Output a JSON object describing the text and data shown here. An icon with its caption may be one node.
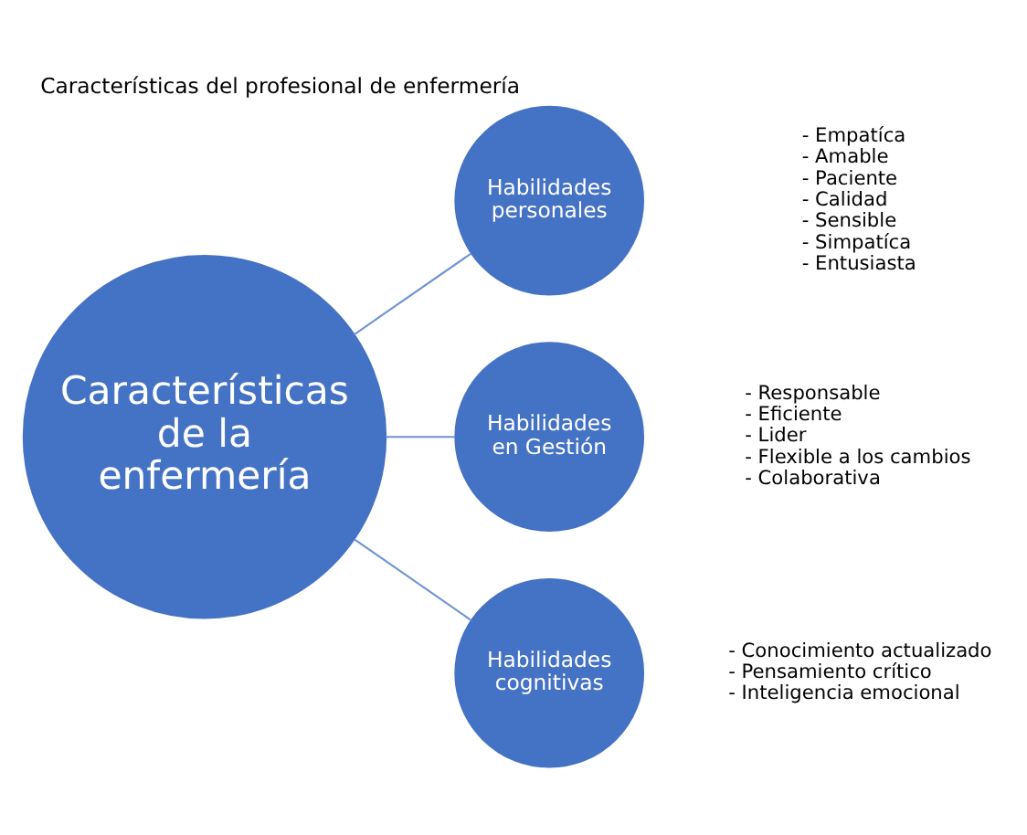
{
  "diagram": {
    "title": "Características del profesional de enfermería",
    "nodes": [
      {
        "text": [
          "Características de la enfermería"
        ]
      },
      {
        "text": [
          "Habilidades personales"
        ],
        "beside": [
          "- Empatíca",
          "- Amable",
          "- Paciente",
          "- Calidad",
          "- Sensible",
          "- Simpatíca",
          "- Entusiasta"
        ]
      },
      {
        "text": [
          "Habilidades en Gestión"
        ],
        "beside": [
          "- Responsable",
          "- Eficiente",
          "- Lider",
          "- Flexible a los cambios",
          "- Colaborativa"
        ]
      },
      {
        "text": [
          "Habilidades cognitivas"
        ],
        "beside": [
          "- Conocimiento actualizado",
          "- Pensamiento crítico",
          "- Inteligencia emocional"
        ]
      }
    ],
    "edges": [
      {
        "from": 0,
        "to": 1,
        "arrow": "none"
      },
      {
        "from": 0,
        "to": 2,
        "arrow": "none"
      },
      {
        "from": 0,
        "to": 3,
        "arrow": "none"
      }
    ]
  }
}
